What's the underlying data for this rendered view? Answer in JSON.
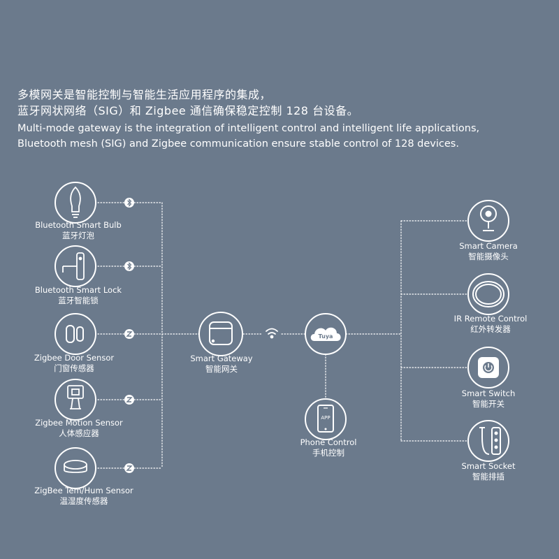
{
  "heading": {
    "cn_line1": "多模网关是智能控制与智能生活应用程序的集成，",
    "cn_line2": "蓝牙网状网络（SIG）和 Zigbee 通信确保稳定控制 128 台设备。",
    "en_line1": "Multi-mode gateway is the integration of intelligent control and intelligent life applications,",
    "en_line2": "Bluetooth mesh (SIG) and Zigbee communication ensure stable control of 128 devices."
  },
  "left_devices": [
    {
      "name_en": "Bluetooth Smart Bulb",
      "name_cn": "蓝牙灯泡",
      "icon": "bulb-icon",
      "protocol": "bluetooth-icon"
    },
    {
      "name_en": "Bluetooth Smart Lock",
      "name_cn": "蓝牙智能锁",
      "icon": "lock-icon",
      "protocol": "bluetooth-icon"
    },
    {
      "name_en": "Zigbee Door Sensor",
      "name_cn": "门窗传感器",
      "icon": "door-sensor-icon",
      "protocol": "zigbee-icon"
    },
    {
      "name_en": "Zigbee Motion Sensor",
      "name_cn": "人体感应器",
      "icon": "motion-sensor-icon",
      "protocol": "zigbee-icon"
    },
    {
      "name_en": "ZigBee Tem/Hum Sensor",
      "name_cn": "温湿度传感器",
      "icon": "temp-hum-sensor-icon",
      "protocol": "zigbee-icon"
    }
  ],
  "gateway": {
    "name_en": "Smart Gateway",
    "name_cn": "智能网关",
    "icon": "gateway-icon"
  },
  "cloud": {
    "label": "Tuya",
    "icon": "cloud-icon",
    "link_icon": "wifi-icon"
  },
  "phone": {
    "name_en": "Phone Control",
    "name_cn": "手机控制",
    "icon": "phone-icon",
    "screen_label": "APP"
  },
  "right_devices": [
    {
      "name_en": "Smart Camera",
      "name_cn": "智能摄像头",
      "icon": "camera-icon"
    },
    {
      "name_en": "IR Remote Control",
      "name_cn": "红外转发器",
      "icon": "ir-remote-icon"
    },
    {
      "name_en": "Smart Switch",
      "name_cn": "智能开关",
      "icon": "switch-icon"
    },
    {
      "name_en": "Smart Socket",
      "name_cn": "智能排插",
      "icon": "socket-icon"
    }
  ],
  "colors": {
    "background": "#6b7a8c",
    "foreground": "#ffffff",
    "icon_fill": "#6b7a8c"
  }
}
